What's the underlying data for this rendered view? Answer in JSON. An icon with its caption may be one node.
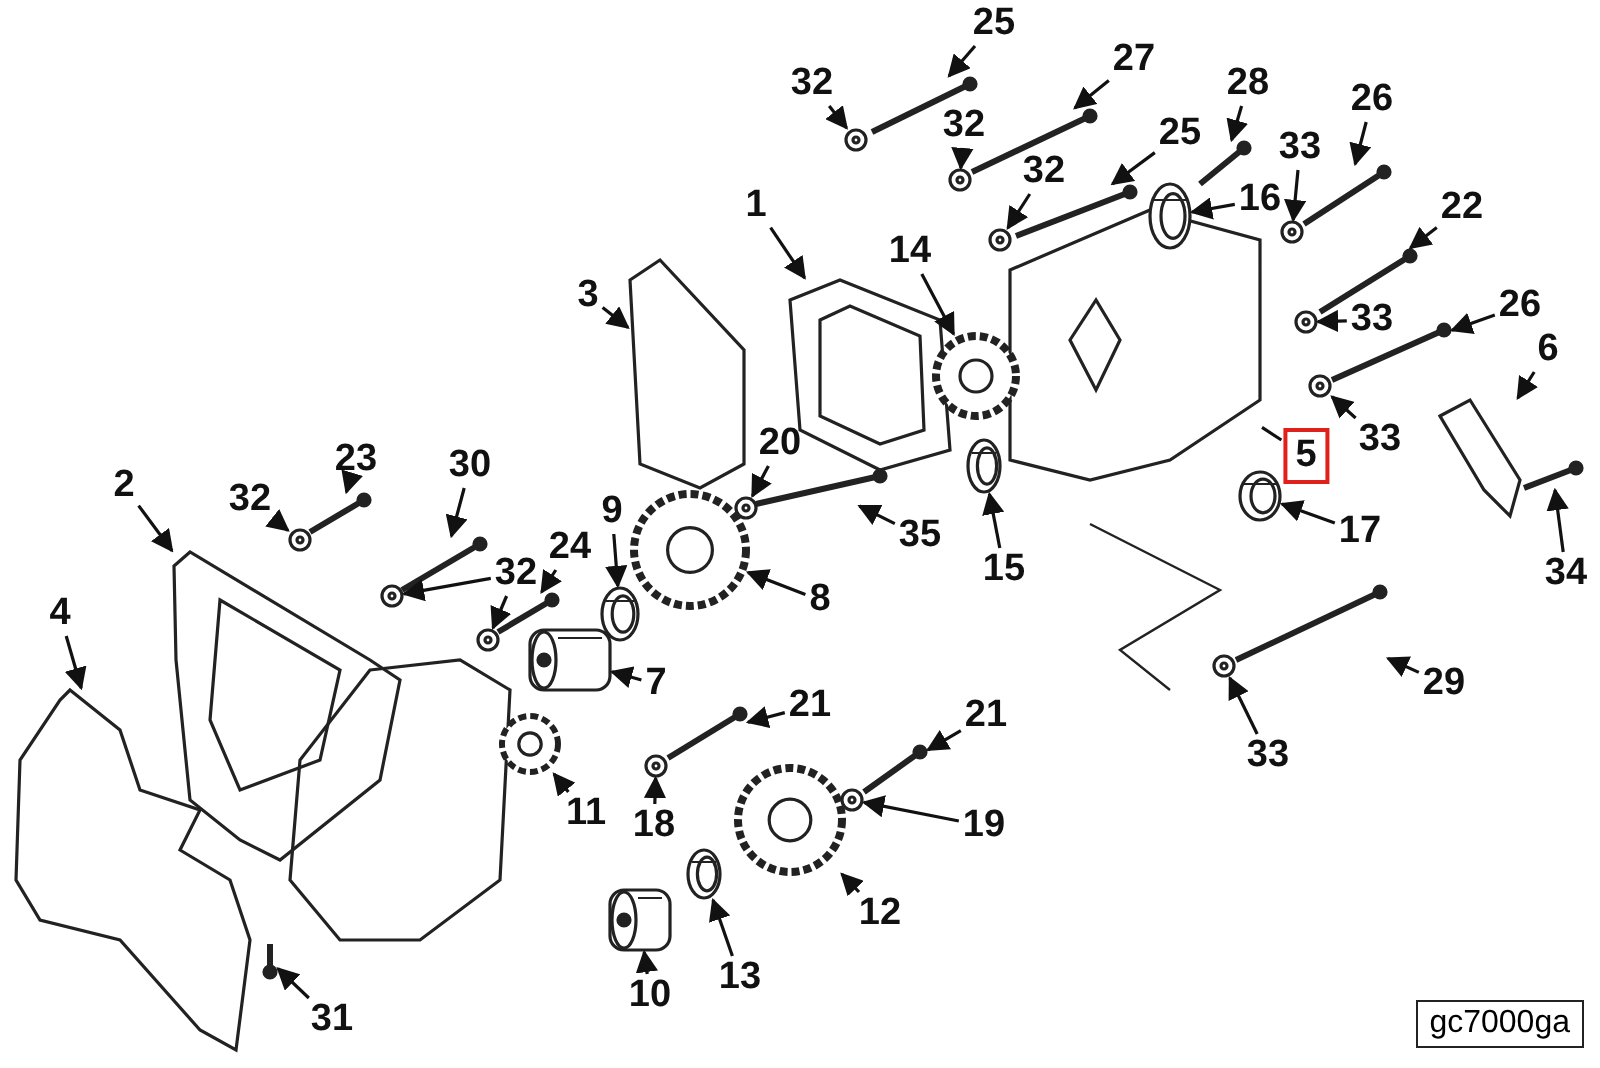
{
  "diagram": {
    "nodes": [
      {
        "text": [
          "25"
        ]
      },
      {
        "text": [
          "32"
        ]
      },
      {
        "text": [
          "27"
        ]
      },
      {
        "text": [
          "28"
        ]
      },
      {
        "text": [
          "25"
        ]
      },
      {
        "text": [
          "33"
        ]
      },
      {
        "text": [
          "26"
        ]
      },
      {
        "text": [
          "32"
        ]
      },
      {
        "text": [
          "32"
        ]
      },
      {
        "text": [
          "1"
        ]
      },
      {
        "text": [
          "16"
        ]
      },
      {
        "text": [
          "22"
        ]
      },
      {
        "text": [
          "14"
        ]
      },
      {
        "text": [
          "3"
        ]
      },
      {
        "text": [
          "33"
        ]
      },
      {
        "text": [
          "26"
        ]
      },
      {
        "text": [
          "6"
        ]
      },
      {
        "text": [
          "33"
        ]
      },
      {
        "text": [
          "5"
        ]
      },
      {
        "text": [
          "20"
        ]
      },
      {
        "text": [
          "23"
        ]
      },
      {
        "text": [
          "30"
        ]
      },
      {
        "text": [
          "9"
        ]
      },
      {
        "text": [
          "2"
        ]
      },
      {
        "text": [
          "32"
        ]
      },
      {
        "text": [
          "24"
        ]
      },
      {
        "text": [
          "35"
        ]
      },
      {
        "text": [
          "15"
        ]
      },
      {
        "text": [
          "17"
        ]
      },
      {
        "text": [
          "34"
        ]
      },
      {
        "text": [
          "32"
        ]
      },
      {
        "text": [
          "8"
        ]
      },
      {
        "text": [
          "4"
        ]
      },
      {
        "text": [
          "7"
        ]
      },
      {
        "text": [
          "29"
        ]
      },
      {
        "text": [
          "21"
        ]
      },
      {
        "text": [
          "21"
        ]
      },
      {
        "text": [
          "33"
        ]
      },
      {
        "text": [
          "11"
        ]
      },
      {
        "text": [
          "18"
        ]
      },
      {
        "text": [
          "19"
        ]
      },
      {
        "text": [
          "12"
        ]
      },
      {
        "text": [
          "13"
        ]
      },
      {
        "text": [
          "10"
        ]
      },
      {
        "text": [
          "31"
        ]
      },
      {
        "text": [],
        "shape": "picture"
      },
      {
        "text": [],
        "shape": "picture"
      },
      {
        "text": [],
        "shape": "picture"
      },
      {
        "text": [],
        "shape": "picture"
      },
      {
        "text": [],
        "shape": "picture"
      },
      {
        "text": [],
        "shape": "picture"
      },
      {
        "text": [],
        "shape": "picture"
      },
      {
        "text": [],
        "shape": "picture"
      },
      {
        "text": [],
        "shape": "picture"
      },
      {
        "text": [],
        "shape": "picture"
      },
      {
        "text": [],
        "shape": "picture"
      },
      {
        "text": [],
        "shape": "picture"
      },
      {
        "text": [],
        "shape": "picture"
      },
      {
        "text": [],
        "shape": "picture"
      },
      {
        "text": [],
        "shape": "picture"
      },
      {
        "text": [],
        "shape": "picture"
      },
      {
        "text": [],
        "shape": "picture"
      },
      {
        "text": [],
        "shape": "picture"
      },
      {
        "text": [],
        "shape": "picture"
      },
      {
        "text": [],
        "shape": "picture"
      },
      {
        "text": [],
        "shape": "picture"
      },
      {
        "text": [],
        "shape": "picture"
      },
      {
        "text": [],
        "shape": "picture"
      },
      {
        "text": [],
        "shape": "picture"
      },
      {
        "text": [],
        "shape": "picture"
      },
      {
        "text": [],
        "shape": "picture"
      },
      {
        "text": [],
        "shape": "picture"
      },
      {
        "text": [],
        "shape": "picture"
      },
      {
        "text": [],
        "shape": "picture"
      },
      {
        "text": [],
        "shape": "picture"
      },
      {
        "text": [],
        "shape": "picture"
      },
      {
        "text": [],
        "shape": "picture"
      },
      {
        "text": [],
        "shape": "picture"
      },
      {
        "text": [],
        "shape": "picture"
      },
      {
        "text": [],
        "shape": "picture"
      },
      {
        "text": [],
        "shape": "picture"
      },
      {
        "text": [],
        "shape": "picture"
      },
      {
        "text": [],
        "shape": "picture"
      },
      {
        "text": [],
        "shape": "picture"
      },
      {
        "text": [],
        "shape": "picture"
      },
      {
        "text": [],
        "shape": "picture"
      },
      {
        "text": [],
        "shape": "picture"
      },
      {
        "text": [],
        "shape": "picture"
      },
      {
        "text": [],
        "shape": "picture"
      },
      {
        "text": [],
        "shape": "picture"
      },
      {
        "text": [],
        "shape": "picture"
      }
    ],
    "edges": [
      {
        "from": 0,
        "to": 45,
        "arrow": "to"
      },
      {
        "from": 1,
        "to": 46,
        "arrow": "to"
      },
      {
        "from": 2,
        "to": 47,
        "arrow": "to"
      },
      {
        "from": 3,
        "to": 48,
        "arrow": "to"
      },
      {
        "from": 4,
        "to": 49,
        "arrow": "to"
      },
      {
        "from": 5,
        "to": 50,
        "arrow": "to"
      },
      {
        "from": 6,
        "to": 51,
        "arrow": "to"
      },
      {
        "from": 7,
        "to": 52,
        "arrow": "to"
      },
      {
        "from": 8,
        "to": 53,
        "arrow": "to"
      },
      {
        "from": 9,
        "to": 54,
        "arrow": "to"
      },
      {
        "from": 10,
        "to": 55,
        "arrow": "to"
      },
      {
        "from": 11,
        "to": 56,
        "arrow": "to"
      },
      {
        "from": 12,
        "to": 57,
        "arrow": "to"
      },
      {
        "from": 13,
        "to": 58,
        "arrow": "to"
      },
      {
        "from": 14,
        "to": 59,
        "arrow": "to"
      },
      {
        "from": 15,
        "to": 60,
        "arrow": "to"
      },
      {
        "from": 16,
        "to": 61,
        "arrow": "to"
      },
      {
        "from": 17,
        "to": 62,
        "arrow": "to"
      },
      {
        "from": 18,
        "to": 63,
        "arrow": "none"
      },
      {
        "from": 19,
        "to": 64,
        "arrow": "to"
      },
      {
        "from": 20,
        "to": 65,
        "arrow": "to"
      },
      {
        "from": 21,
        "to": 66,
        "arrow": "to"
      },
      {
        "from": 22,
        "to": 67,
        "arrow": "to"
      },
      {
        "from": 23,
        "to": 68,
        "arrow": "to"
      },
      {
        "from": 24,
        "to": 69,
        "arrow": "to"
      },
      {
        "from": 25,
        "to": 70,
        "arrow": "to"
      },
      {
        "from": 26,
        "to": 71,
        "arrow": "to"
      },
      {
        "from": 27,
        "to": 72,
        "arrow": "to"
      },
      {
        "from": 28,
        "to": 73,
        "arrow": "to"
      },
      {
        "from": 29,
        "to": 74,
        "arrow": "to"
      },
      {
        "from": 30,
        "to": 75,
        "arrow": "to"
      },
      {
        "from": 30,
        "to": 76,
        "arrow": "to"
      },
      {
        "from": 31,
        "to": 77,
        "arrow": "to"
      },
      {
        "from": 32,
        "to": 78,
        "arrow": "to"
      },
      {
        "from": 33,
        "to": 79,
        "arrow": "to"
      },
      {
        "from": 34,
        "to": 80,
        "arrow": "to"
      },
      {
        "from": 35,
        "to": 81,
        "arrow": "to"
      },
      {
        "from": 36,
        "to": 82,
        "arrow": "to"
      },
      {
        "from": 37,
        "to": 83,
        "arrow": "to"
      },
      {
        "from": 38,
        "to": 84,
        "arrow": "to"
      },
      {
        "from": 39,
        "to": 85,
        "arrow": "to"
      },
      {
        "from": 40,
        "to": 86,
        "arrow": "to"
      },
      {
        "from": 41,
        "to": 87,
        "arrow": "to"
      },
      {
        "from": 42,
        "to": 88,
        "arrow": "to"
      },
      {
        "from": 43,
        "to": 89,
        "arrow": "to"
      },
      {
        "from": 44,
        "to": 90,
        "arrow": "to"
      }
    ],
    "labels": [
      "gc7000ga"
    ]
  }
}
